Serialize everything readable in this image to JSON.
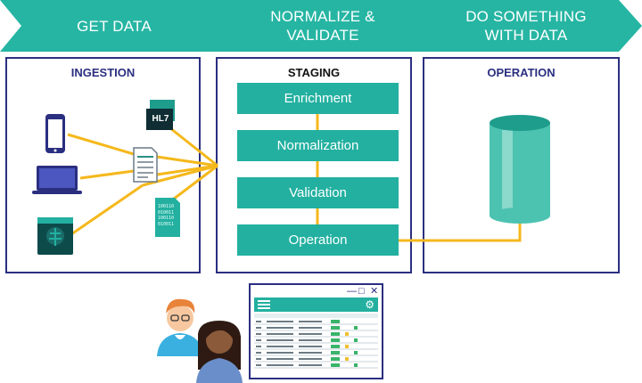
{
  "banner": {
    "step1": "GET DATA",
    "step2_line1": "NORMALIZE &",
    "step2_line2": "VALIDATE",
    "step3_line1": "DO SOMETHING",
    "step3_line2": "WITH DATA"
  },
  "panels": {
    "ingestion": "INGESTION",
    "staging": "STAGING",
    "operation": "OPERATION"
  },
  "icons": {
    "hl7_badge": "HL7",
    "binary_lines": [
      "100110",
      "010011",
      "100110",
      "010011"
    ]
  },
  "steps": [
    "Enrichment",
    "Normalization",
    "Validation",
    "Operation"
  ],
  "colors": {
    "teal": "#23b0a0",
    "chevron": "#26b5a3",
    "navy": "#2b2f80",
    "connector": "#f5b81c",
    "cylinder": "#4cc3b0"
  }
}
